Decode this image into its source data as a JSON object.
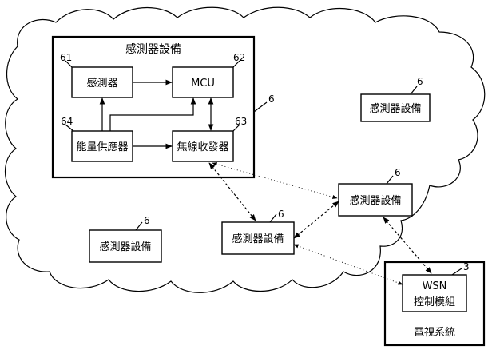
{
  "sensor_device": {
    "title": "感測器設備",
    "ref": "6",
    "sensor": {
      "label": "感測器",
      "ref": "61"
    },
    "mcu": {
      "label": "MCU",
      "ref": "62"
    },
    "transceiver": {
      "label": "無線收發器",
      "ref": "63"
    },
    "power": {
      "label": "能量供應器",
      "ref": "64"
    }
  },
  "nodes": {
    "top_right": {
      "label": "感測器設備",
      "ref": "6"
    },
    "center": {
      "label": "感測器設備",
      "ref": "6"
    },
    "left": {
      "label": "感測器設備",
      "ref": "6"
    },
    "right": {
      "label": "感測器設備",
      "ref": "6"
    }
  },
  "tv_system": {
    "label": "電視系統",
    "wsn_title": "WSN",
    "wsn_sub": "控制模組",
    "ref": "3"
  }
}
